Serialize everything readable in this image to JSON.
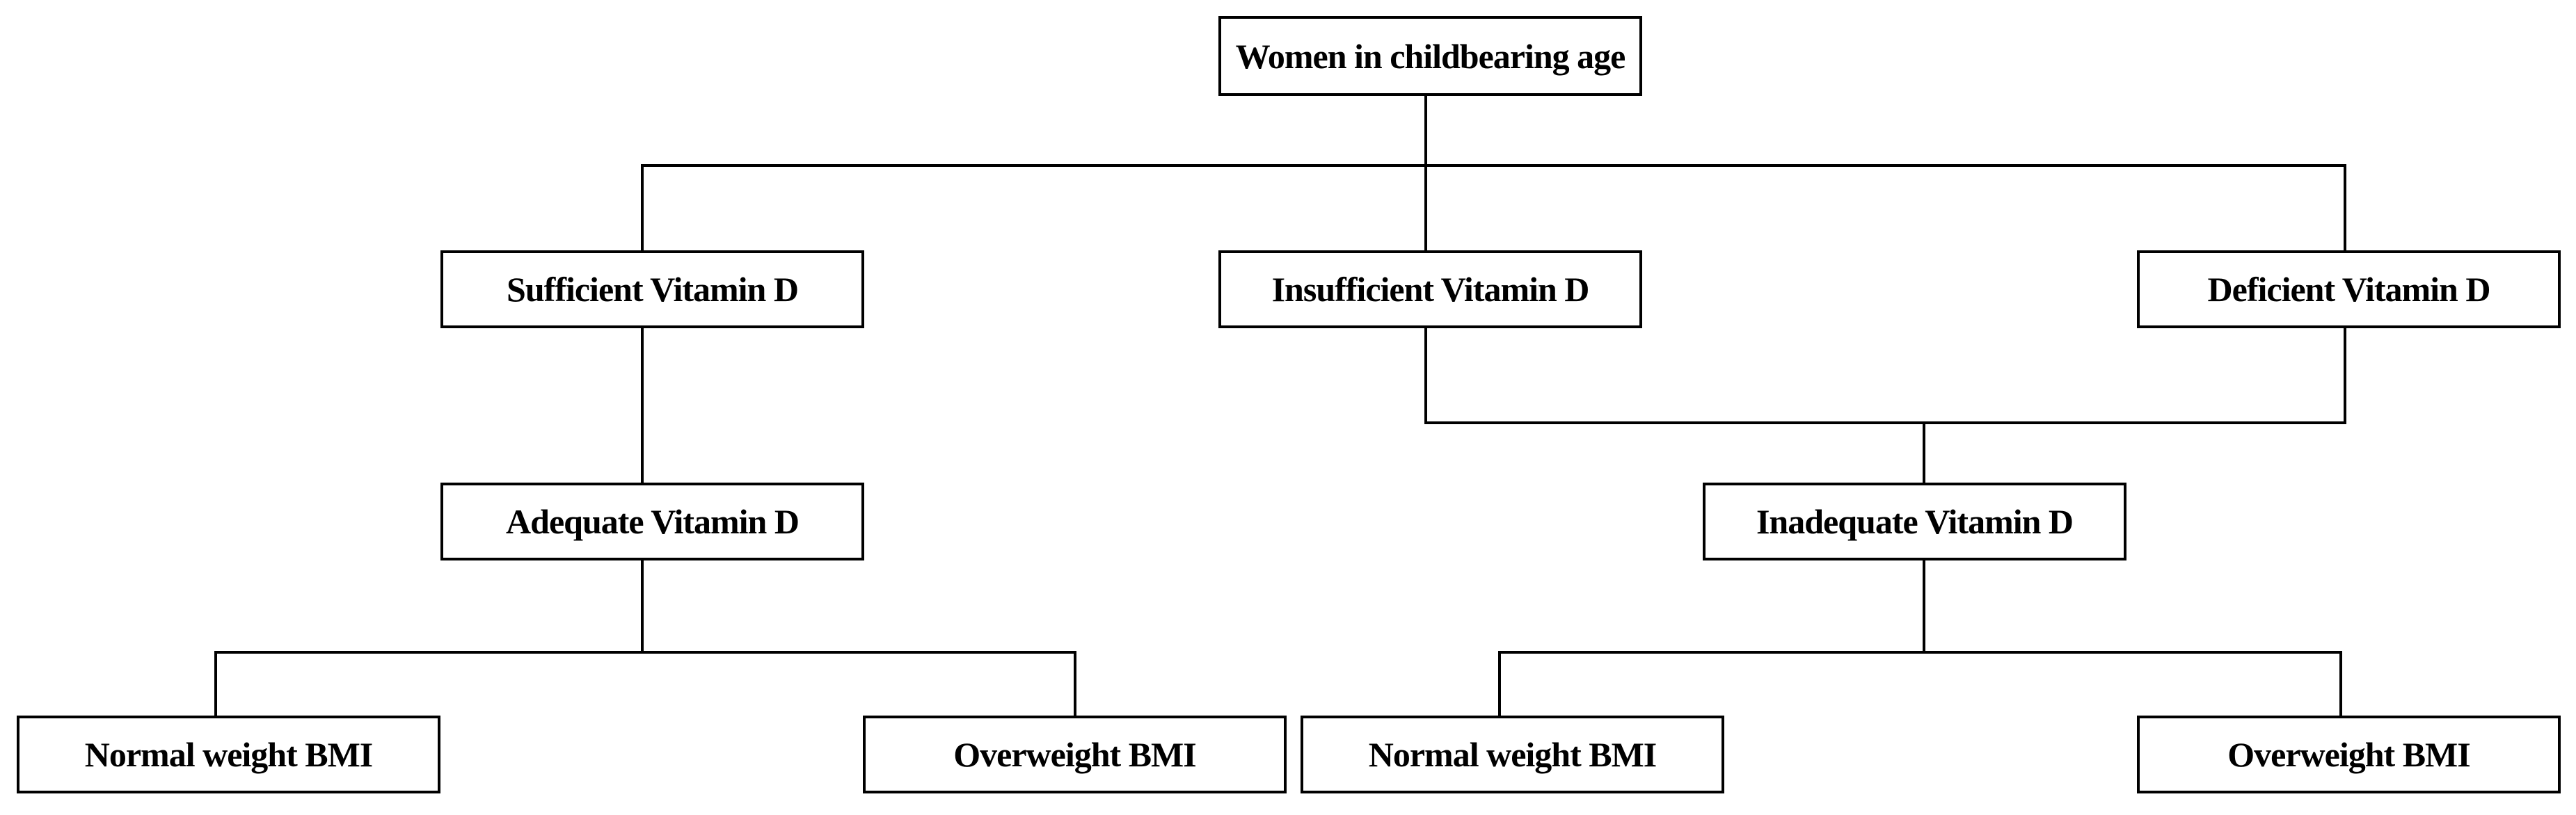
{
  "diagram": {
    "nodes": {
      "root": "Women in childbearing age",
      "sufficient": "Sufficient Vitamin D",
      "insufficient": "Insufficient Vitamin D",
      "deficient": "Deficient Vitamin D",
      "adequate": "Adequate Vitamin D",
      "inadequate": "Inadequate Vitamin D",
      "adequate_normal": "Normal weight BMI",
      "adequate_overweight": "Overweight BMI",
      "inadequate_normal": "Normal weight BMI",
      "inadequate_overweight": "Overweight BMI"
    },
    "edges": [
      [
        "root",
        "sufficient"
      ],
      [
        "root",
        "insufficient"
      ],
      [
        "root",
        "deficient"
      ],
      [
        "sufficient",
        "adequate"
      ],
      [
        "insufficient",
        "inadequate"
      ],
      [
        "deficient",
        "inadequate"
      ],
      [
        "adequate",
        "adequate_normal"
      ],
      [
        "adequate",
        "adequate_overweight"
      ],
      [
        "inadequate",
        "inadequate_normal"
      ],
      [
        "inadequate",
        "inadequate_overweight"
      ]
    ]
  }
}
